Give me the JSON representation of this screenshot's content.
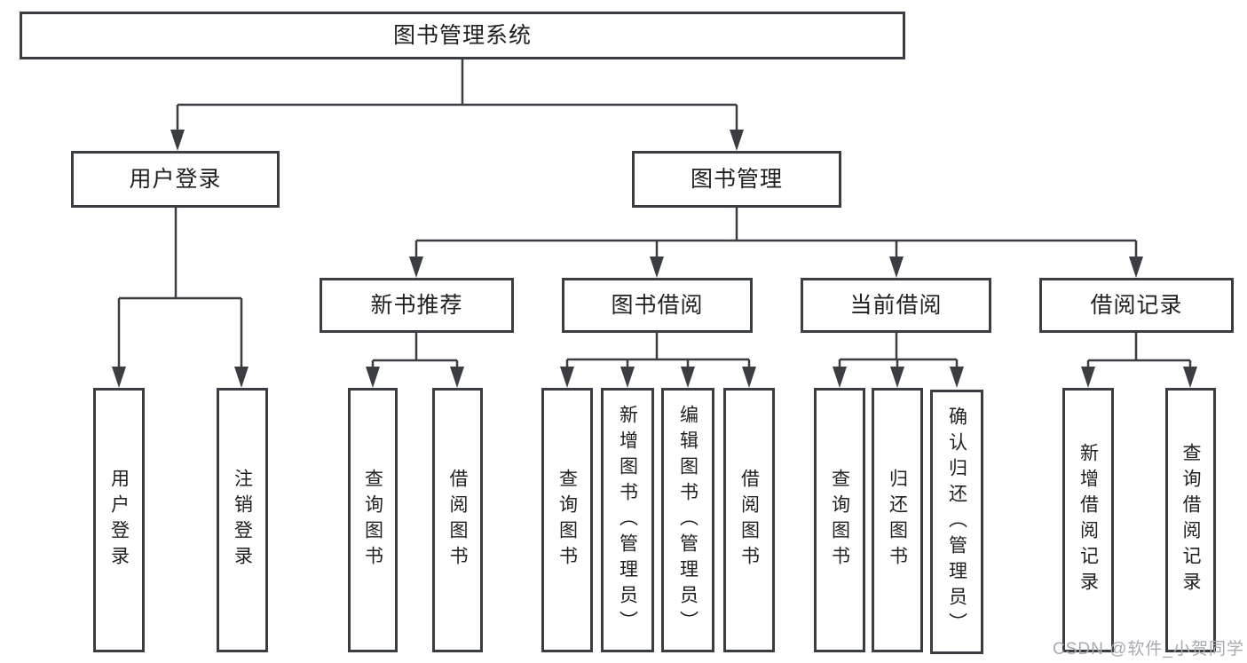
{
  "nodes": {
    "root": "图书管理系统",
    "user_login": "用户登录",
    "book_mgmt": "图书管理",
    "new_books": "新书推荐",
    "book_borrow": "图书借阅",
    "current_borrow": "当前借阅",
    "borrow_records": "借阅记录",
    "user_login_children": [
      "用户登录",
      "注销登录"
    ],
    "new_books_children": [
      "查询图书",
      "借阅图书"
    ],
    "book_borrow_children": [
      "查询图书",
      "新增图书（管理员）",
      "编辑图书（管理员）",
      "借阅图书"
    ],
    "current_borrow_children": [
      "查询图书",
      "归还图书",
      "确认归还（管理员）"
    ],
    "borrow_records_children": [
      "新增借阅记录",
      "查询借阅记录"
    ]
  },
  "watermark": "CSDN @软件_小贺同学",
  "colors": {
    "line": "#3a3d42",
    "box_border": "#3a3d42",
    "text": "#1f1f1f",
    "watermark": "#a7aab2",
    "background": "#ffffff"
  }
}
